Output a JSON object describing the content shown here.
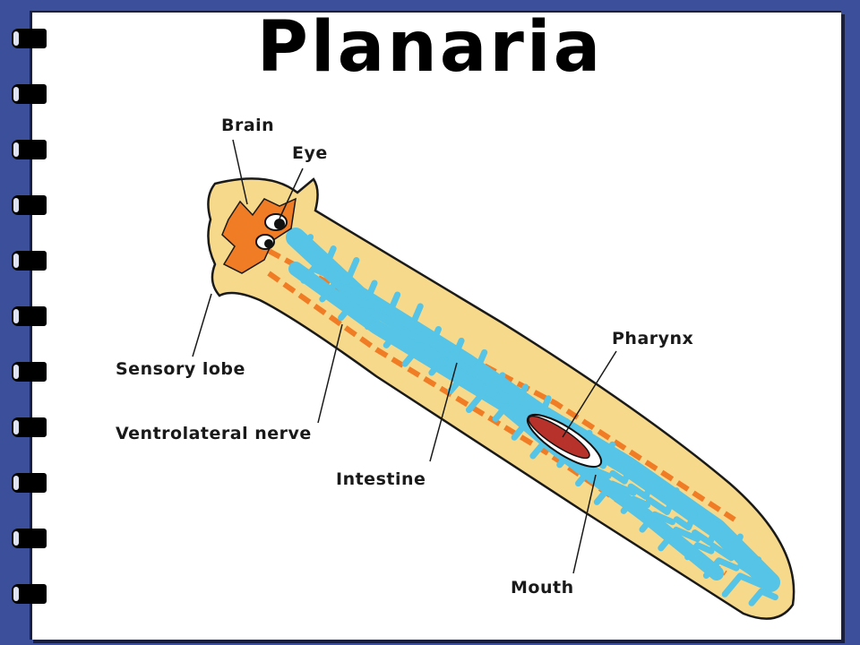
{
  "title": "Planaria",
  "labels": {
    "brain": "Brain",
    "eye": "Eye",
    "pharynx": "Pharynx",
    "sensory_lobe": "Sensory lobe",
    "ventrolateral_nerve": "Ventrolateral nerve",
    "intestine": "Intestine",
    "mouth": "Mouth"
  },
  "colors": {
    "page_background": "#3b4f9a",
    "paper": "#ffffff",
    "body": "#f7d98b",
    "brain_nerve": "#f07c25",
    "intestine": "#55c4e6",
    "pharynx": "#b8322c"
  }
}
